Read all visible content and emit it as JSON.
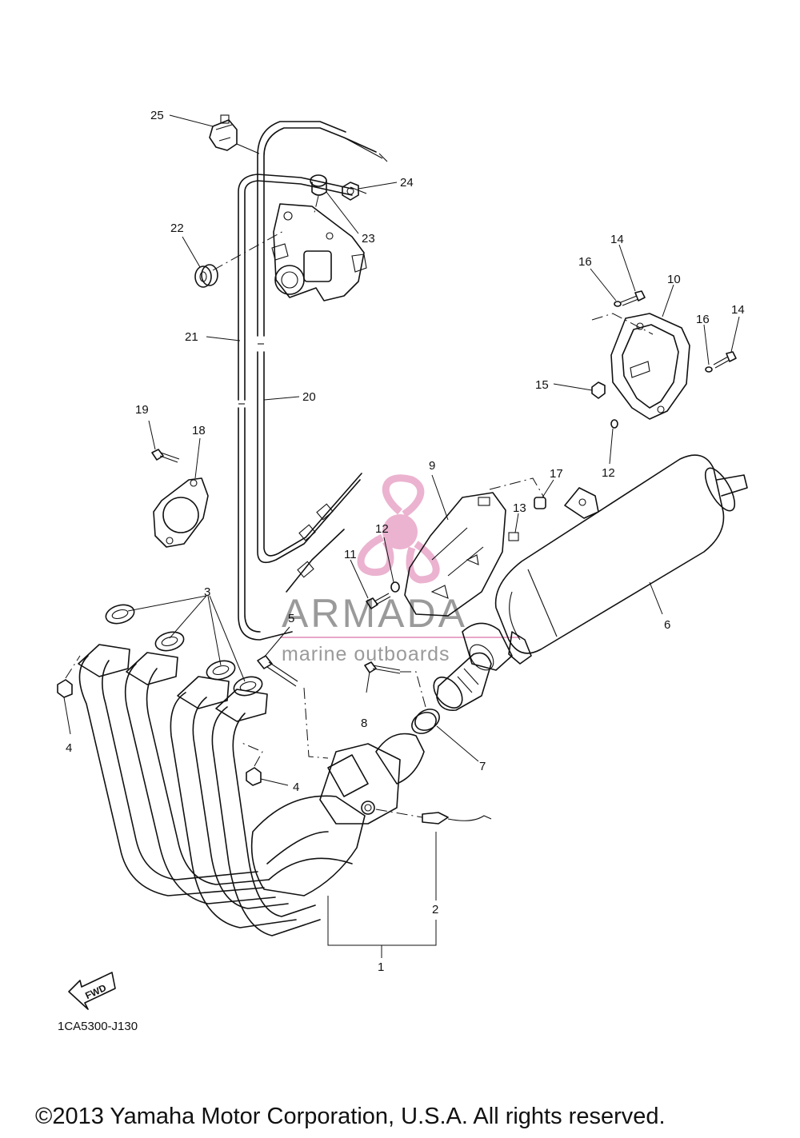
{
  "callouts": [
    "1",
    "2",
    "3",
    "4",
    "4",
    "5",
    "6",
    "7",
    "8",
    "9",
    "10",
    "11",
    "12",
    "12",
    "13",
    "14",
    "14",
    "15",
    "16",
    "16",
    "17",
    "18",
    "19",
    "20",
    "21",
    "22",
    "23",
    "24",
    "25"
  ],
  "watermark": {
    "brand": "ARMADA",
    "tagline": "marine outboards",
    "accent": "#e8a6c8"
  },
  "fwd_label": "FWD",
  "diagram_code": "1CA5300-J130",
  "copyright": "©2013 Yamaha Motor Corporation, U.S.A. All rights reserved."
}
